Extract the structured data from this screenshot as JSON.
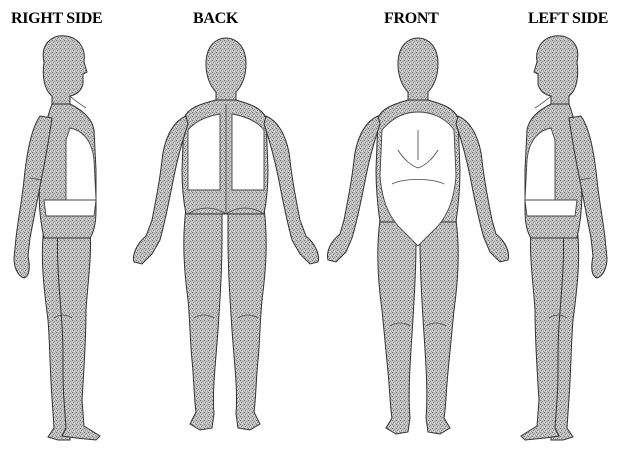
{
  "views": [
    {
      "id": "right-side",
      "label": "RIGHT SIDE"
    },
    {
      "id": "back",
      "label": "BACK"
    },
    {
      "id": "front",
      "label": "FRONT"
    },
    {
      "id": "left-side",
      "label": "LEFT SIDE"
    }
  ],
  "colors": {
    "background": "#ffffff",
    "shaded_area": "#b8b8b8",
    "unshaded_area": "#ffffff",
    "outline": "#333333"
  }
}
